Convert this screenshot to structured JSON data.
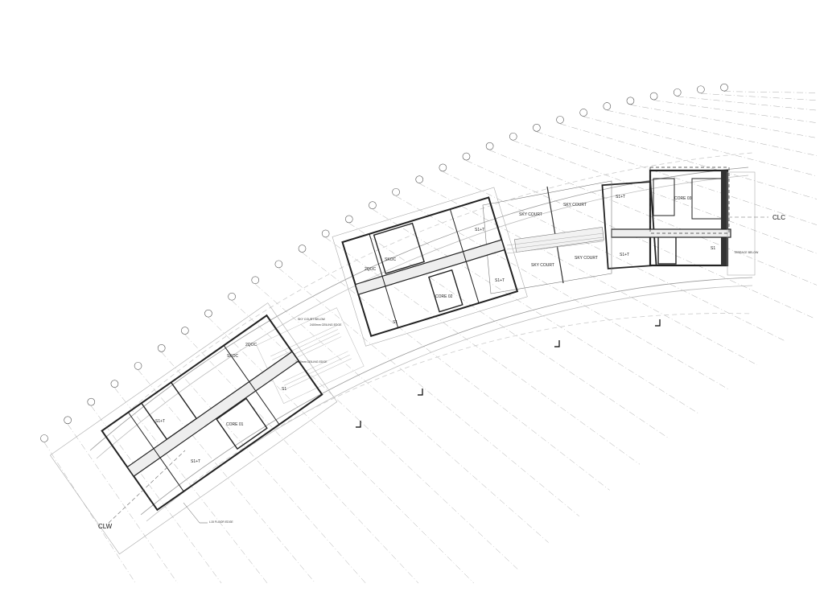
{
  "drawing": {
    "title": "Floor plan",
    "axis_labels": {
      "clc": "CLC",
      "clw": "CLW"
    },
    "rooms": {
      "right_s1t_top": "S1+T",
      "right_s1t_bottom": "S1+T",
      "right_core": "CORE 03",
      "right_s1": "S1",
      "terrace_below": "TERRACE BELOW",
      "sky_court_1": "SKY COURT",
      "sky_court_2": "SKY COURT",
      "sky_court_3": "SKY COURT",
      "sky_court_4": "SKY COURT",
      "mid_s1t_top": "S1+T",
      "mid_s1t_bottom": "S1+T",
      "mid_core": "CORE 02",
      "mid_2qoc": "2QOC",
      "mid_skoc": "SKOC",
      "mid_s1": "S1",
      "left_2qoc": "2QOC",
      "left_skoc": "SKOC",
      "left_s1": "S1",
      "left_core": "CORE 01",
      "left_s1t_top": "S1+T",
      "left_s1t_bottom": "S1+T"
    },
    "notes": {
      "sky_court_below": "SKY COURT BELOW",
      "ceiling_edge_1": "2400mm CEILING EDGE",
      "ceiling_edge_2": "2400mm CEILING EDGE",
      "floor_edge": "L15 FLOOR EDGE"
    }
  }
}
